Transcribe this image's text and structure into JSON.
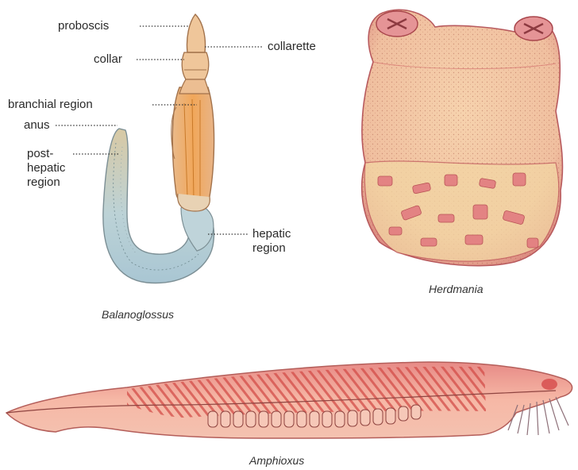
{
  "labels": {
    "proboscis": "proboscis",
    "collarette": "collarette",
    "collar": "collar",
    "branchial_region": "branchial region",
    "anus": "anus",
    "post_hepatic_line1": "post-",
    "post_hepatic_line2": "hepatic",
    "post_hepatic_line3": "region",
    "hepatic_line1": "hepatic",
    "hepatic_line2": "region"
  },
  "captions": {
    "balanoglossus": "Balanoglossus",
    "herdmania": "Herdmania",
    "amphioxus": "Amphioxus"
  },
  "colors": {
    "proboscis": "#efc69a",
    "trunk_orange": "#f1a75a",
    "worm_tail": "#bcd2d6",
    "herdmania_body": "#f0bfa4",
    "herdmania_lower": "#f3d6a4",
    "herdmania_rim": "#c9525a",
    "amphioxus_body": "#f4b7a4",
    "amphioxus_gill": "#d94a4a"
  }
}
